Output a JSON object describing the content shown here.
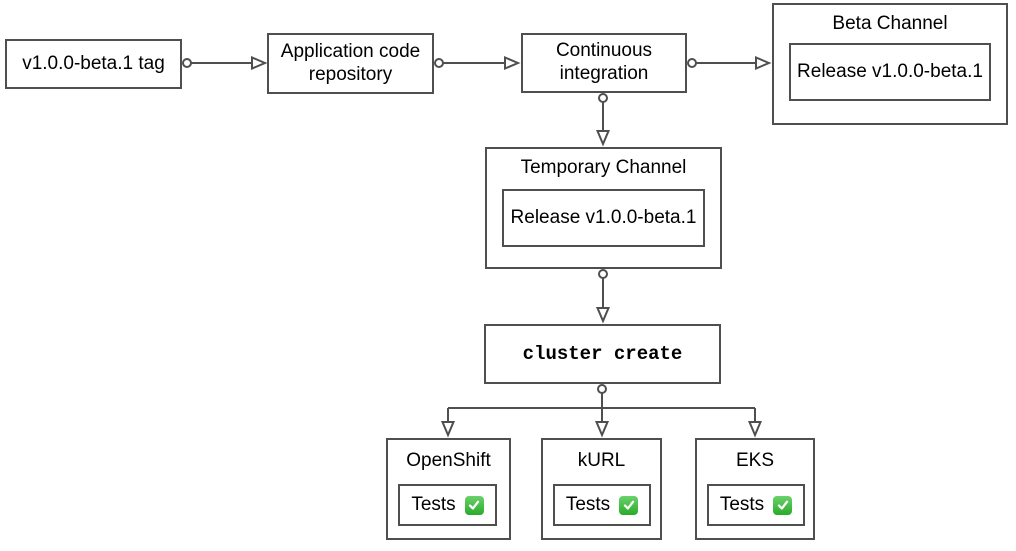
{
  "diagram": {
    "colors": {
      "stroke": "#4f4f4f",
      "text": "#000000",
      "check_green": "#2dbe2d",
      "background": "#ffffff"
    },
    "nodes": {
      "tag": {
        "label": "v1.0.0-beta.1 tag"
      },
      "repo": {
        "label": "Application code repository"
      },
      "ci": {
        "label": "Continuous integration"
      },
      "beta_channel": {
        "title": "Beta Channel",
        "release_label": "Release v1.0.0-beta.1"
      },
      "temporary_channel": {
        "title": "Temporary Channel",
        "release_label": "Release v1.0.0-beta.1"
      },
      "cluster_create": {
        "label": "cluster create"
      },
      "openshift": {
        "title": "OpenShift",
        "tests_label": "Tests",
        "status_icon": "white-check-mark"
      },
      "kurl": {
        "title": "kURL",
        "tests_label": "Tests",
        "status_icon": "white-check-mark"
      },
      "eks": {
        "title": "EKS",
        "tests_label": "Tests",
        "status_icon": "white-check-mark"
      }
    }
  }
}
